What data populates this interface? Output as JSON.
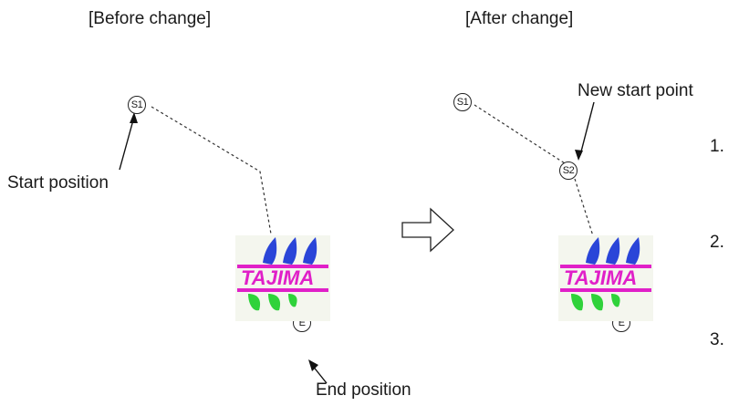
{
  "before": {
    "heading": "[Before change]",
    "start_marker": "S1",
    "end_marker": "E",
    "start_label": "Start position",
    "end_label": "End position"
  },
  "after": {
    "heading": "[After change]",
    "start_marker_old": "S1",
    "start_marker_new": "S2",
    "end_marker": "E",
    "new_start_label": "New start point"
  },
  "steps": [
    "1.",
    "2.",
    "3."
  ],
  "logo_text": "TAJIMA",
  "colors": {
    "logo_blue": "#2a45d8",
    "logo_magenta": "#e020c8",
    "logo_green": "#2fd23a",
    "line": "#333333"
  },
  "icons": {
    "transition": "outline-right-arrow-icon"
  }
}
